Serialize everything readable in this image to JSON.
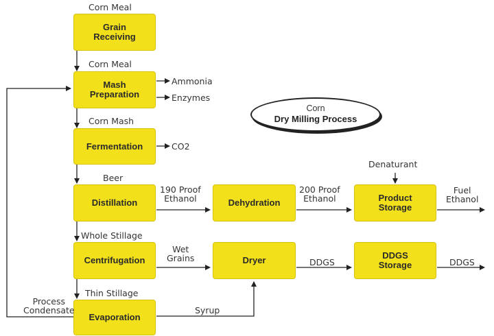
{
  "title": {
    "line1": "Corn",
    "line2": "Dry Milling Process"
  },
  "boxes": {
    "grain_receiving": "Grain\nReceiving",
    "mash_preparation": "Mash\nPreparation",
    "fermentation": "Fermentation",
    "distillation": "Distillation",
    "dehydration": "Dehydration",
    "product_storage": "Product\nStorage",
    "centrifugation": "Centrifugation",
    "dryer": "Dryer",
    "ddgs_storage": "DDGS\nStorage",
    "evaporation": "Evaporation"
  },
  "labels": {
    "corn_meal_top": "Corn Meal",
    "corn_meal_2": "Corn Meal",
    "ammonia": "Ammonia",
    "enzymes": "Enzymes",
    "corn_mash": "Corn Mash",
    "co2": "CO2",
    "beer": "Beer",
    "proof190": "190 Proof\nEthanol",
    "proof200": "200 Proof\nEthanol",
    "denaturant": "Denaturant",
    "fuel_ethanol": "Fuel\nEthanol",
    "whole_stillage": "Whole Stillage",
    "wet_grains": "Wet\nGrains",
    "ddgs_1": "DDGS",
    "ddgs_2": "DDGS",
    "thin_stillage": "Thin Stillage",
    "process_condensate": "Process\nCondensate",
    "syrup": "Syrup"
  }
}
